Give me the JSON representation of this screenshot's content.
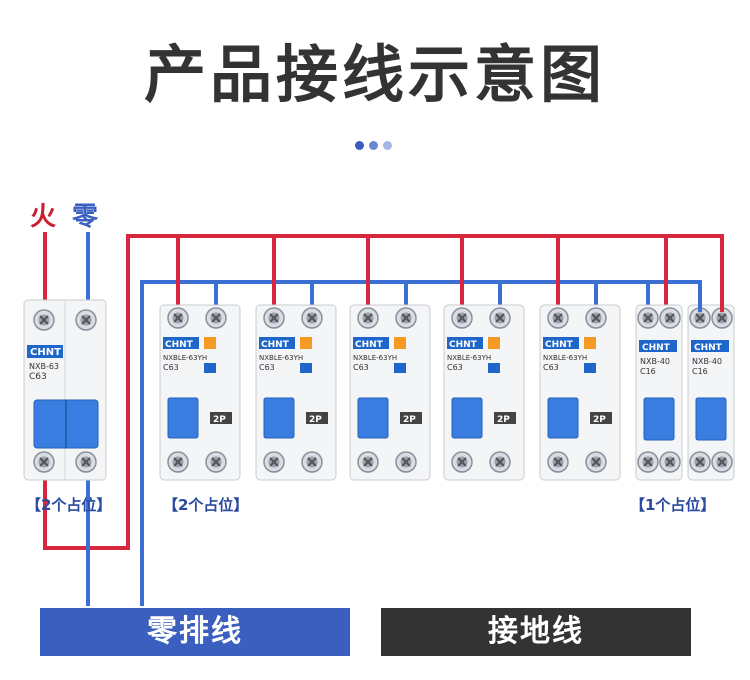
{
  "title": "产品接线示意图",
  "dots": [
    "#3a5bbf",
    "#6a87d3",
    "#a3b7e6"
  ],
  "labels": {
    "live": "火",
    "neutral": "零"
  },
  "positions": {
    "left": "【2个占位】",
    "middle": "【2个占位】",
    "right": "【1个占位】"
  },
  "bars": {
    "neutral_bus": "零排线",
    "ground": "接地线"
  },
  "colors": {
    "live": "#d7263d",
    "neutral": "#3b6fd4",
    "bus_blue": "#3a5fbf",
    "ground_dark": "#333333"
  },
  "breakers": {
    "main": {
      "brand": "CHNT",
      "model": "NXB-63",
      "rating": "C63"
    },
    "rcbo": {
      "brand": "CHNT",
      "model": "NXBLE-63YH",
      "rating": "C63",
      "pole": "2P"
    },
    "mcb": {
      "brand": "CHNT",
      "model": "NXB-40",
      "rating": "C16"
    }
  }
}
